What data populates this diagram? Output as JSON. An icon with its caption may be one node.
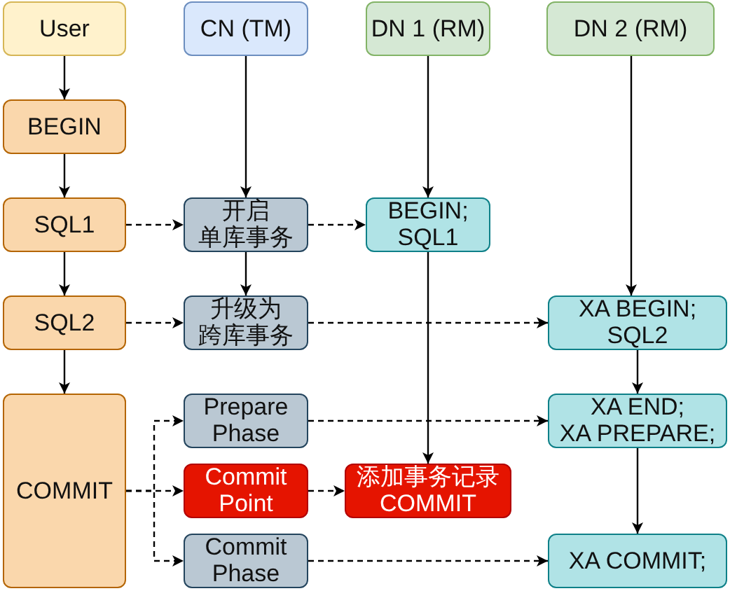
{
  "diagram": {
    "nodes": [
      {
        "text": [
          "User"
        ]
      },
      {
        "text": [
          "CN (TM)"
        ]
      },
      {
        "text": [
          "DN 1 (RM)"
        ]
      },
      {
        "text": [
          "DN 2 (RM)"
        ]
      },
      {
        "text": [
          "BEGIN"
        ]
      },
      {
        "text": [
          "SQL1"
        ]
      },
      {
        "text": [
          "开启单库事务"
        ]
      },
      {
        "text": [
          "BEGIN; SQL1"
        ]
      },
      {
        "text": [
          "SQL2"
        ]
      },
      {
        "text": [
          "升级为跨库事务"
        ]
      },
      {
        "text": [
          "XA BEGIN; SQL2"
        ]
      },
      {
        "text": [
          "COMMIT"
        ]
      },
      {
        "text": [
          "Prepare Phase"
        ]
      },
      {
        "text": [
          "XA END; XA PREPARE;"
        ]
      },
      {
        "text": [
          "Commit Point"
        ]
      },
      {
        "text": [
          "添加事务记录 COMMIT"
        ]
      },
      {
        "text": [
          "Commit Phase"
        ]
      },
      {
        "text": [
          "XA COMMIT;"
        ]
      }
    ],
    "edges": [
      {
        "from": 0,
        "to": 4,
        "arrow": "to"
      },
      {
        "from": 4,
        "to": 5,
        "arrow": "to"
      },
      {
        "from": 5,
        "to": 8,
        "arrow": "to"
      },
      {
        "from": 8,
        "to": 11,
        "arrow": "to"
      },
      {
        "from": 1,
        "to": 6,
        "arrow": "to"
      },
      {
        "from": 6,
        "to": 9,
        "arrow": "to"
      },
      {
        "from": 2,
        "to": 7,
        "arrow": "to"
      },
      {
        "from": 7,
        "to": 15,
        "arrow": "to"
      },
      {
        "from": 3,
        "to": 10,
        "arrow": "to"
      },
      {
        "from": 10,
        "to": 13,
        "arrow": "to"
      },
      {
        "from": 13,
        "to": 17,
        "arrow": "to"
      },
      {
        "from": 5,
        "to": 6,
        "arrow": "to",
        "style": "dashed"
      },
      {
        "from": 6,
        "to": 7,
        "arrow": "to",
        "style": "dashed"
      },
      {
        "from": 8,
        "to": 9,
        "arrow": "to",
        "style": "dashed"
      },
      {
        "from": 9,
        "to": 10,
        "arrow": "to",
        "style": "dashed"
      },
      {
        "from": 11,
        "to": 12,
        "arrow": "to",
        "style": "dashed"
      },
      {
        "from": 11,
        "to": 14,
        "arrow": "to",
        "style": "dashed"
      },
      {
        "from": 11,
        "to": 16,
        "arrow": "to",
        "style": "dashed"
      },
      {
        "from": 12,
        "to": 13,
        "arrow": "to",
        "style": "dashed"
      },
      {
        "from": 14,
        "to": 15,
        "arrow": "to",
        "style": "dashed"
      },
      {
        "from": 16,
        "to": 17,
        "arrow": "to",
        "style": "dashed"
      }
    ]
  }
}
